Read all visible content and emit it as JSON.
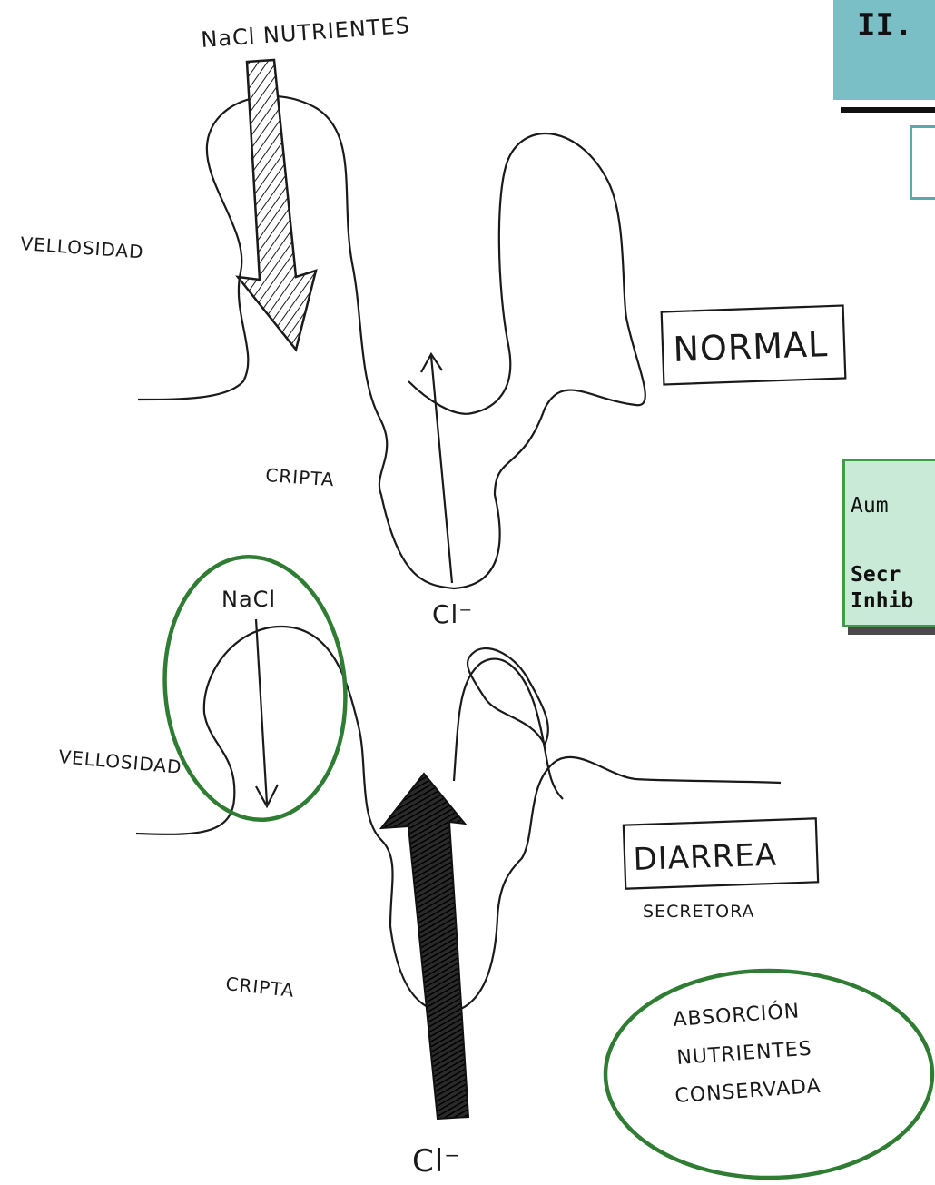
{
  "header": {
    "title": "II."
  },
  "side_note": {
    "line1": "Aum",
    "line2": "Secr",
    "line3": "Inhib"
  },
  "normal_panel": {
    "top_label": "NaCl NUTRIENTES",
    "villus_label": "VELLOSIDAD",
    "crypt_label": "CRIPTA",
    "ion_label": "Cl⁻",
    "state_label": "NORMAL"
  },
  "diarrhea_panel": {
    "top_label": "NaCl",
    "villus_label": "VELLOSIDAD",
    "crypt_label": "CRIPTA",
    "ion_label": "Cl⁻",
    "state_label": "DIARREA",
    "state_sublabel": "SECRETORA",
    "note_lines": [
      "ABSORCIÓN",
      "NUTRIENTES",
      "CONSERVADA"
    ]
  },
  "colors": {
    "header_bg": "#7bbfc6",
    "note_bg": "#c9ead7",
    "highlight_circle": "#2e7d32",
    "ink": "#1a1a1a"
  }
}
